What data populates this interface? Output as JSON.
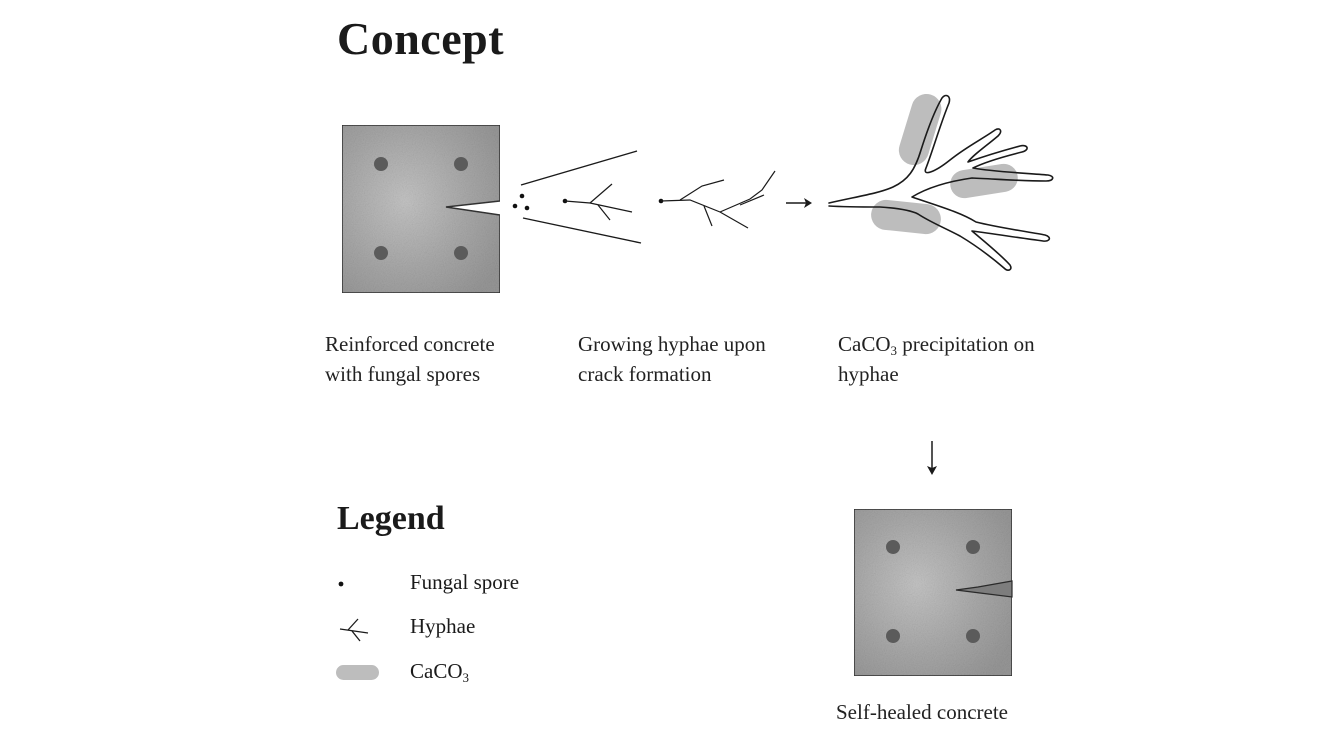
{
  "title": "Concept",
  "steps": [
    {
      "line1": "Reinforced concrete",
      "line2": "with fungal spores"
    },
    {
      "line1": "Growing hyphae upon",
      "line2": "crack formation"
    },
    {
      "pre": "CaCO",
      "sub": "3",
      "post": " precipitation on",
      "line2": "hyphae"
    },
    {
      "line1": "Self-healed concrete"
    }
  ],
  "legend": {
    "title": "Legend",
    "items": [
      {
        "label": "Fungal spore",
        "icon": "spore-dot-icon"
      },
      {
        "label": "Hyphae",
        "icon": "hyphae-branch-icon"
      },
      {
        "label_pre": "CaCO",
        "label_sub": "3",
        "icon": "caco3-pill-icon"
      }
    ]
  },
  "colors": {
    "concrete": "#a9a9a9",
    "spore_dot": "#5b5b5b",
    "caco3": "#bdbdbd",
    "line": "#1a1a1a"
  }
}
